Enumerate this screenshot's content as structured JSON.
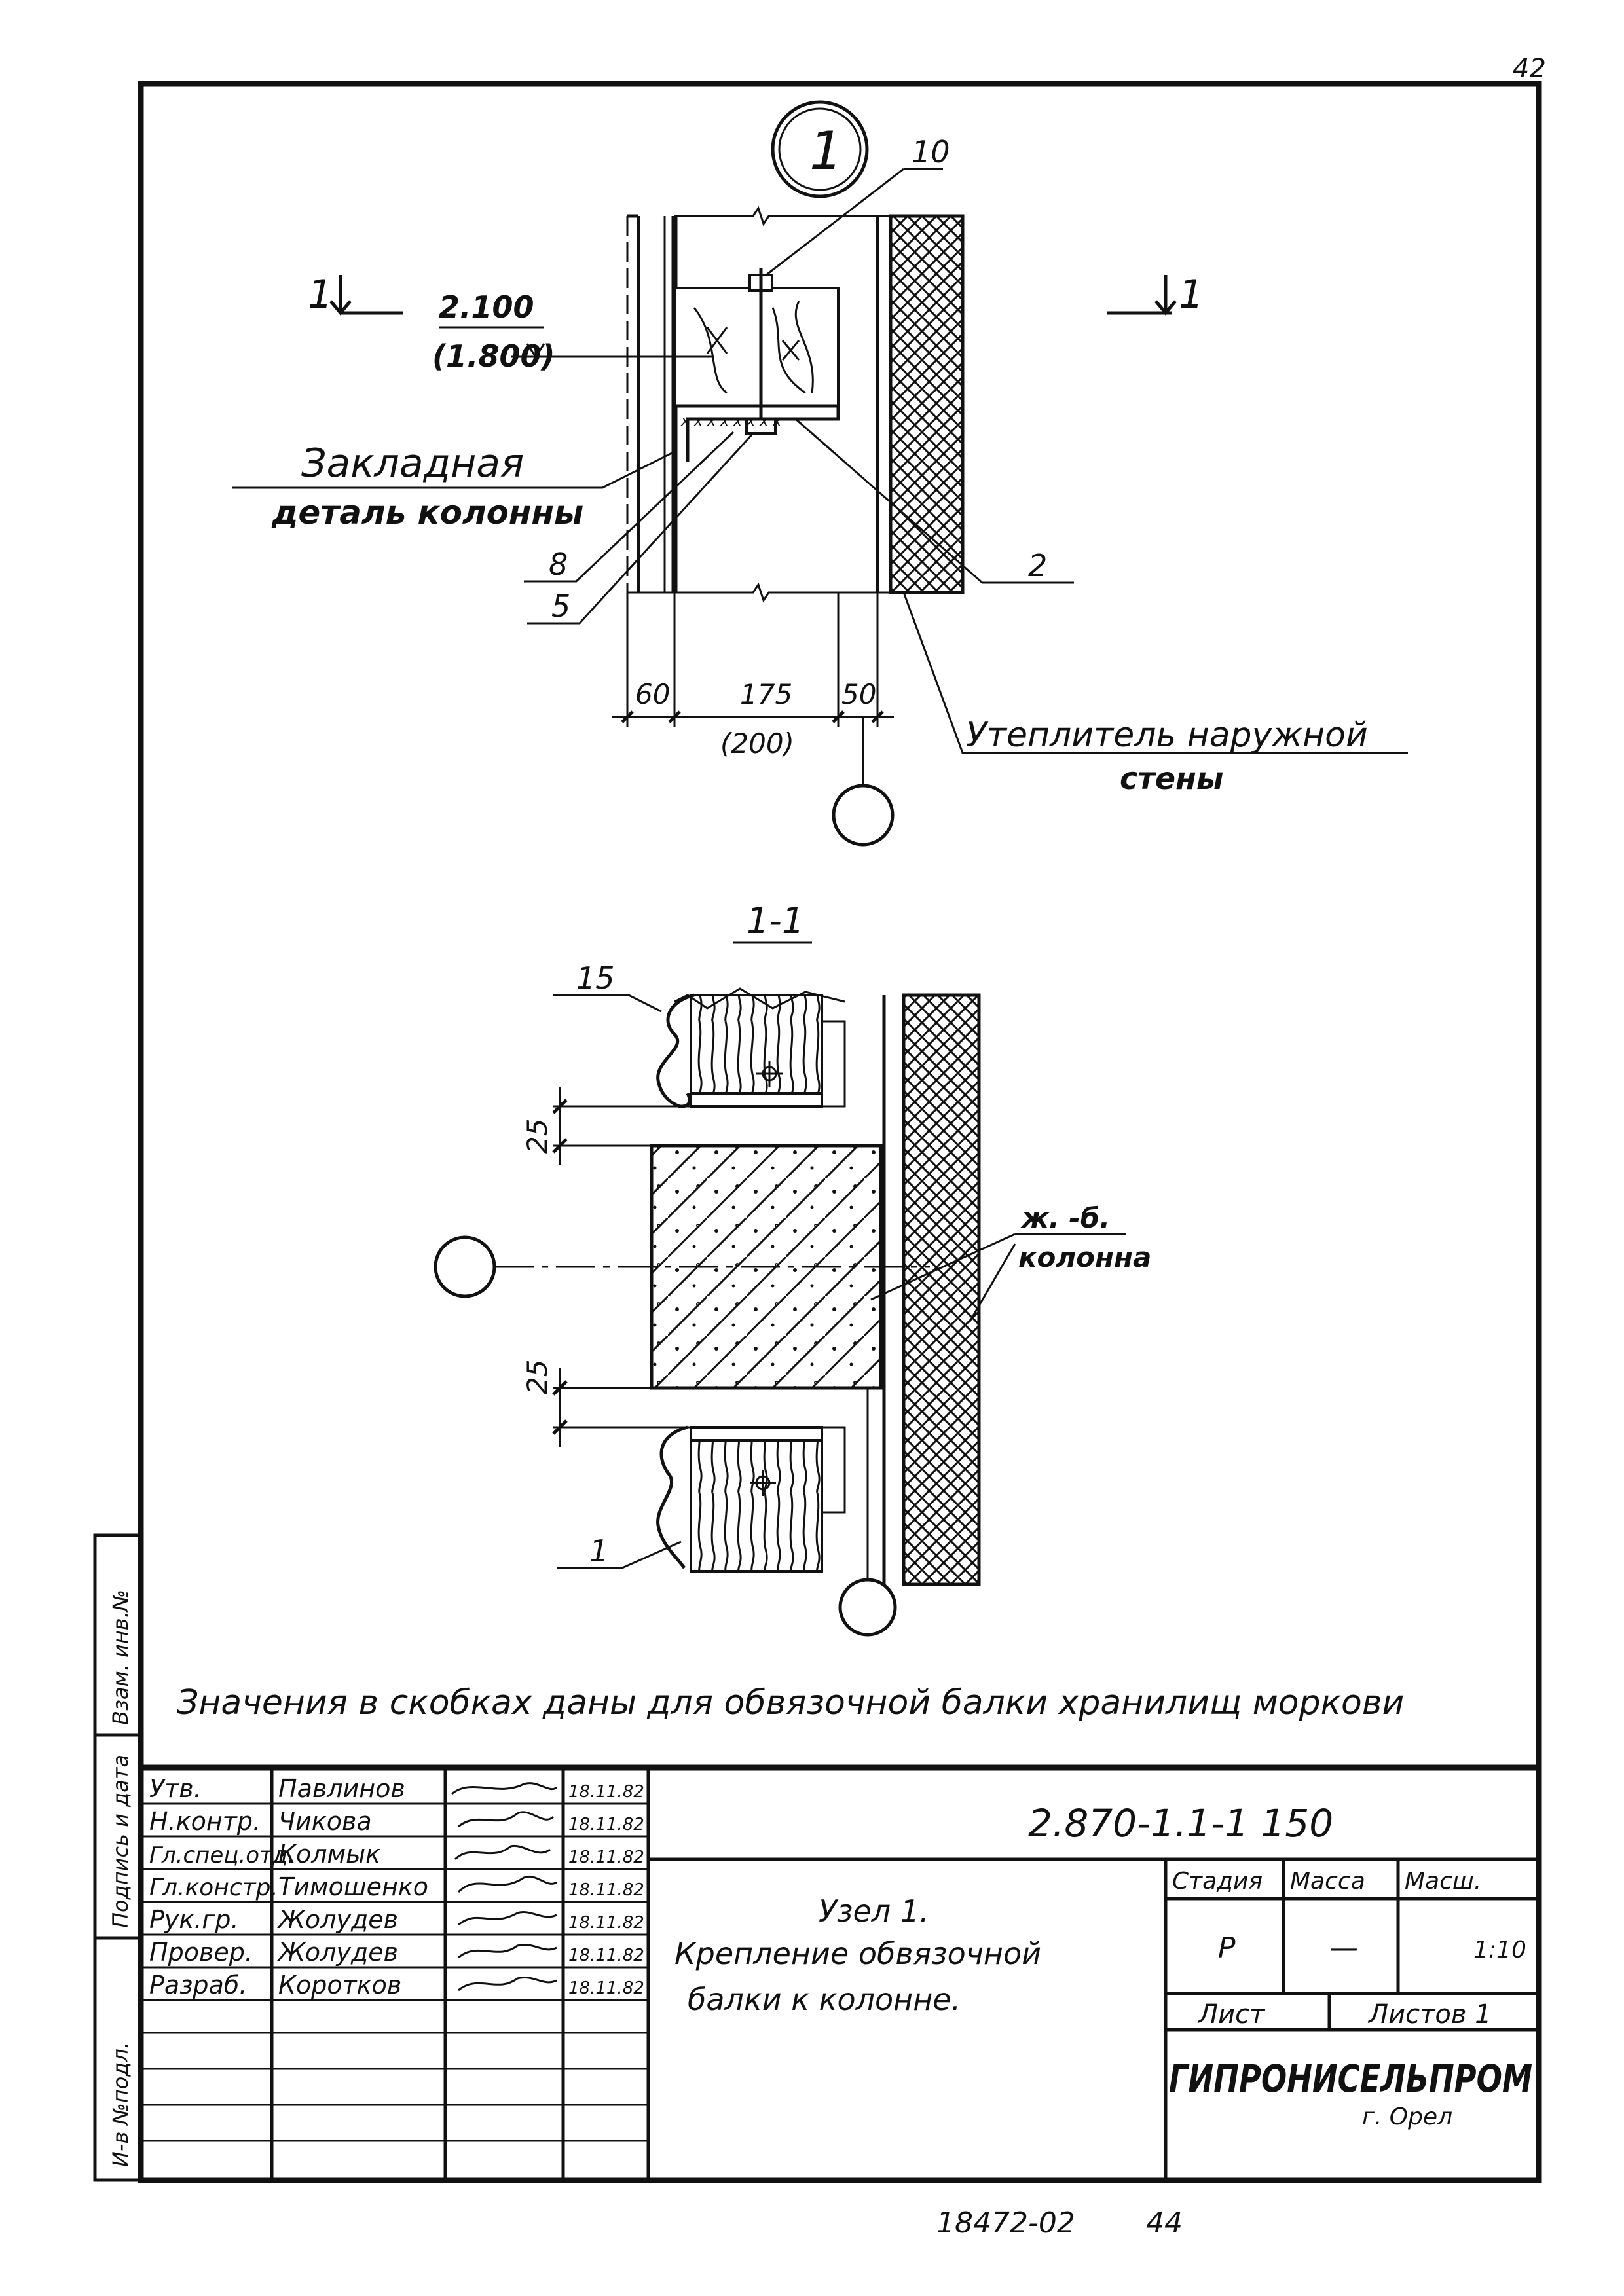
{
  "sheet_number": "42",
  "callout": {
    "number": "1"
  },
  "section_marks": {
    "left": "1",
    "right": "1"
  },
  "section_title": "1-1",
  "elevation": {
    "value": "2.100",
    "value_alt": "(1.800)"
  },
  "node_labels": {
    "embedded_part_line1": "Закладная",
    "embedded_part_line2": "деталь колонны",
    "insulation_line1": "Утеплитель наружной",
    "insulation_line2": "стены",
    "column_line1": "ж. -б.",
    "column_line2": "колонна"
  },
  "positions": {
    "p10": "10",
    "p8": "8",
    "p5": "5",
    "p2": "2",
    "p15": "15",
    "p1": "1"
  },
  "dimensions": {
    "d60": "60",
    "d175": "175",
    "d200": "(200)",
    "d50": "50",
    "gap_top": "25",
    "gap_bottom": "25"
  },
  "note": "Значения в скобках даны для обвязочной балки хранилищ моркови",
  "side_stamp": {
    "col1": "И-в №подл.",
    "col2": "Подпись и дата",
    "col3": "Взам. инв.№"
  },
  "title_block": {
    "code": "2.870-1.1-1 150",
    "title_line1": "Узел 1.",
    "title_line2": "Крепление обвязочной",
    "title_line3": "балки к колонне.",
    "stage_label": "Стадия",
    "mass_label": "Масса",
    "scale_label": "Масш.",
    "stage_value": "Р",
    "mass_value": "—",
    "scale_value": "1:10",
    "sheet_label": "Лист",
    "sheets_label": "Листов 1",
    "org_name": "ГИПРОНИСЕЛЬПРОМ",
    "org_city": "г. Орел",
    "signatures": [
      {
        "role": "Утв.",
        "name": "Павлинов",
        "date": "18.11.82"
      },
      {
        "role": "Н.контр.",
        "name": "Чикова",
        "date": "18.11.82"
      },
      {
        "role": "Гл.спец.отд.",
        "name": "Колмык",
        "date": "18.11.82"
      },
      {
        "role": "Гл.констр.",
        "name": "Тимошенко",
        "date": "18.11.82"
      },
      {
        "role": "Рук.гр.",
        "name": "Жолудев",
        "date": "18.11.82"
      },
      {
        "role": "Провер.",
        "name": "Жолудев",
        "date": "18.11.82"
      },
      {
        "role": "Разраб.",
        "name": "Коротков",
        "date": "18.11.82"
      }
    ]
  },
  "footer_number": "18472-02",
  "footer_page": "44"
}
